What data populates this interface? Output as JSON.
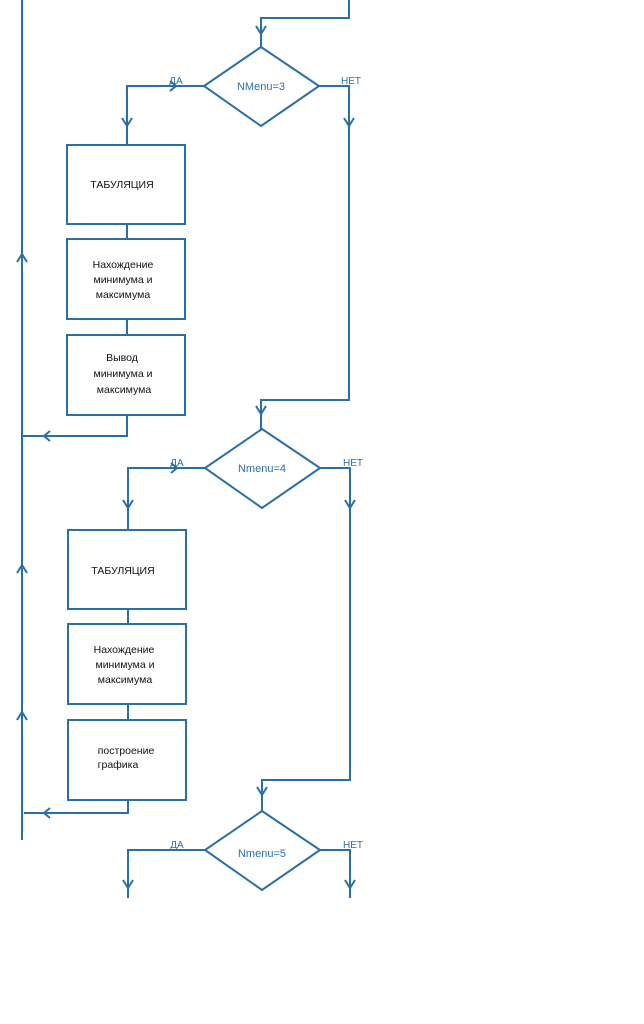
{
  "yes_label": "ДА",
  "no_label": "НЕТ",
  "decisions": [
    {
      "name": "decision-nmenu-3",
      "text": "NMenu=3"
    },
    {
      "name": "decision-nmenu-4",
      "text": "Nmenu=4"
    },
    {
      "name": "decision-nmenu-5",
      "text": "Nmenu=5"
    }
  ],
  "blocks": [
    {
      "name": "block-tabulation-1",
      "lines": [
        "ТАБУЛЯЦИЯ"
      ]
    },
    {
      "name": "block-find-minmax-1",
      "lines": [
        "Нахождение",
        "минимума и",
        "максимума"
      ]
    },
    {
      "name": "block-output-minmax",
      "lines": [
        "Вывод",
        "минимума и",
        "максимума"
      ]
    },
    {
      "name": "block-tabulation-2",
      "lines": [
        "ТАБУЛЯЦИЯ"
      ]
    },
    {
      "name": "block-find-minmax-2",
      "lines": [
        "Нахождение",
        "минимума и",
        "максимума"
      ]
    },
    {
      "name": "block-build-graph",
      "lines": [
        "построение",
        "графика"
      ]
    }
  ]
}
